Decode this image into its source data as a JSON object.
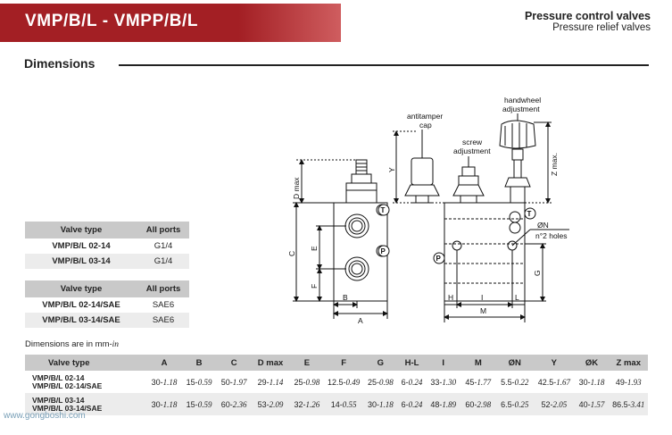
{
  "header": {
    "title": "VMP/B/L - VMPP/B/L",
    "right_title": "Pressure control valves",
    "right_subtitle": "Pressure relief valves"
  },
  "section": {
    "title": "Dimensions"
  },
  "diagram_labels": {
    "antitamper": "antitamper",
    "cap": "cap",
    "screw": "screw",
    "adjustment": "adjustment",
    "handwheel": "handwheel",
    "handwheel_adjustment": "adjustment",
    "d_max": "D max",
    "y": "Y",
    "z_max": "Z max.",
    "c": "C",
    "e": "E",
    "f": "F",
    "b": "B",
    "a": "A",
    "t": "T",
    "p": "P",
    "t2": "T",
    "p2": "P",
    "on": "ØN",
    "holes": "n°2 holes",
    "g": "G",
    "h": "H",
    "i": "I",
    "l": "L",
    "m": "M"
  },
  "ports_table_1": {
    "headers": [
      "Valve type",
      "All ports"
    ],
    "rows": [
      [
        "VMP/B/L 02-14",
        "G1/4"
      ],
      [
        "VMP/B/L 03-14",
        "G1/4"
      ]
    ]
  },
  "ports_table_2": {
    "headers": [
      "Valve type",
      "All ports"
    ],
    "rows": [
      [
        "VMP/B/L 02-14/SAE",
        "SAE6"
      ],
      [
        "VMP/B/L 03-14/SAE",
        "SAE6"
      ]
    ]
  },
  "note": {
    "text": "Dimensions are in mm-",
    "unit": "in"
  },
  "dimensions_table": {
    "headers": [
      "Valve type",
      "A",
      "B",
      "C",
      "D max",
      "E",
      "F",
      "G",
      "H-L",
      "I",
      "M",
      "ØN",
      "Y",
      "ØK",
      "Z max"
    ],
    "rows": [
      {
        "type1": "VMP/B/L 02-14",
        "type2": "VMP/B/L 02-14/SAE",
        "cells": [
          [
            "30-",
            "1.18"
          ],
          [
            "15-",
            "0.59"
          ],
          [
            "50-",
            "1.97"
          ],
          [
            "29-",
            "1.14"
          ],
          [
            "25-",
            "0.98"
          ],
          [
            "12.5-",
            "0.49"
          ],
          [
            "25-",
            "0.98"
          ],
          [
            "6-",
            "0.24"
          ],
          [
            "33-",
            "1.30"
          ],
          [
            "45-",
            "1.77"
          ],
          [
            "5.5-",
            "0.22"
          ],
          [
            "42.5-",
            "1.67"
          ],
          [
            "30-",
            "1.18"
          ],
          [
            "49-",
            "1.93"
          ]
        ]
      },
      {
        "type1": "VMP/B/L 03-14",
        "type2": "VMP/B/L 03-14/SAE",
        "cells": [
          [
            "30-",
            "1.18"
          ],
          [
            "15-",
            "0.59"
          ],
          [
            "60-",
            "2.36"
          ],
          [
            "53-",
            "2.09"
          ],
          [
            "32-",
            "1.26"
          ],
          [
            "14-",
            "0.55"
          ],
          [
            "30-",
            "1.18"
          ],
          [
            "6-",
            "0.24"
          ],
          [
            "48-",
            "1.89"
          ],
          [
            "60-",
            "2.98"
          ],
          [
            "6.5-",
            "0.25"
          ],
          [
            "52-",
            "2.05"
          ],
          [
            "40-",
            "1.57"
          ],
          [
            "86.5-",
            "3.41"
          ]
        ]
      }
    ]
  },
  "watermark": {
    "text": "www.gongboshi.com"
  }
}
